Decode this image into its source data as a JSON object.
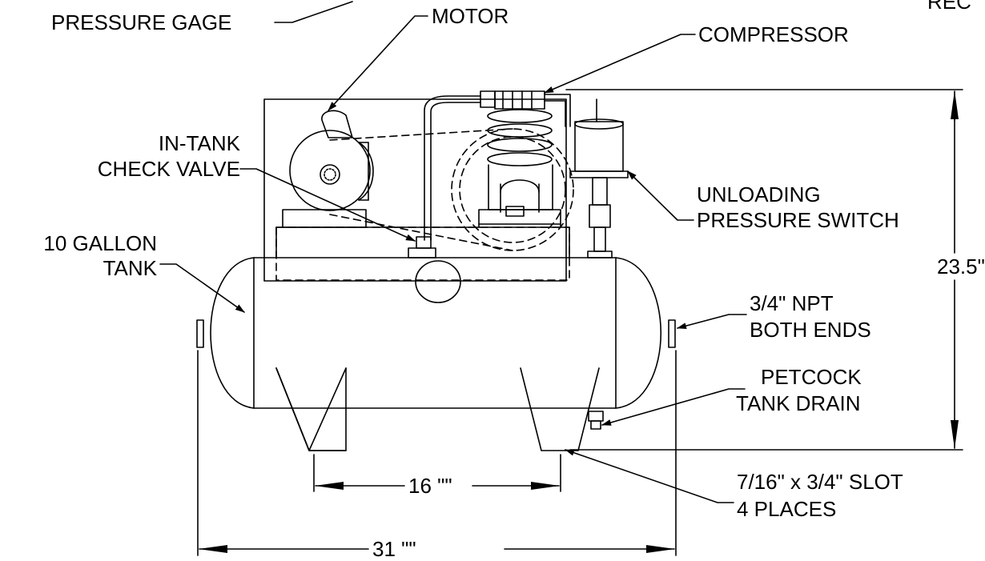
{
  "labels": {
    "pressure_gage": "PRESSURE GAGE",
    "motor": "MOTOR",
    "compressor": "COMPRESSOR",
    "receiver_partial": "REC",
    "in_tank_check_valve_line1": "IN-TANK",
    "in_tank_check_valve_line2": "CHECK VALVE",
    "unloading_pressure_switch_line1": "UNLOADING",
    "unloading_pressure_switch_line2": "PRESSURE SWITCH",
    "tank_line1": "10 GALLON",
    "tank_line2": "TANK",
    "npt_line1": "3/4\" NPT",
    "npt_line2": "BOTH ENDS",
    "petcock_line1": "PETCOCK",
    "petcock_line2": "TANK DRAIN",
    "slot_line1": "7/16\" x 3/4\" SLOT",
    "slot_line2": "4 PLACES"
  },
  "dimensions": {
    "height": "23.5\"",
    "foot_spacing": "16 \"\"",
    "overall_length": "31 \"\""
  },
  "colors": {
    "line": "#000000",
    "background": "#ffffff"
  }
}
